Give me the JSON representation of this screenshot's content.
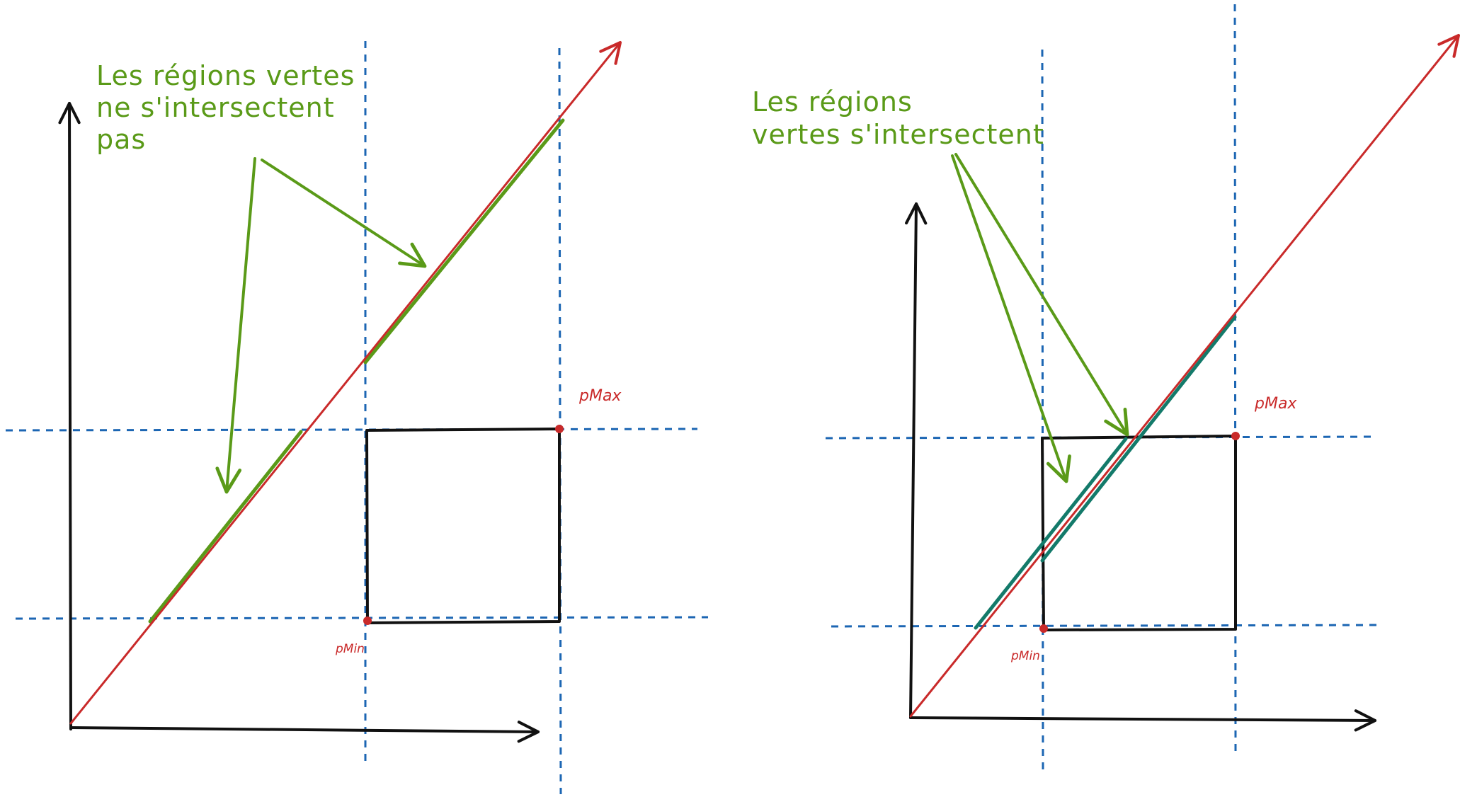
{
  "colors": {
    "axis": "#111111",
    "ray": "#c92a2a",
    "guide": "#1c66b3",
    "green": "#5a9a18",
    "teal": "#137a6a",
    "box": "#111111",
    "point": "#c92a2a"
  },
  "left_panel": {
    "note_lines": [
      "Les régions vertes",
      "ne s'intersectent",
      "pas"
    ],
    "pmax_label": "pMax",
    "pmin_label": "pMin"
  },
  "right_panel": {
    "note_lines": [
      "Les régions",
      "vertes s'intersectent"
    ],
    "pmax_label": "pMax",
    "pmin_label": "pMin"
  }
}
